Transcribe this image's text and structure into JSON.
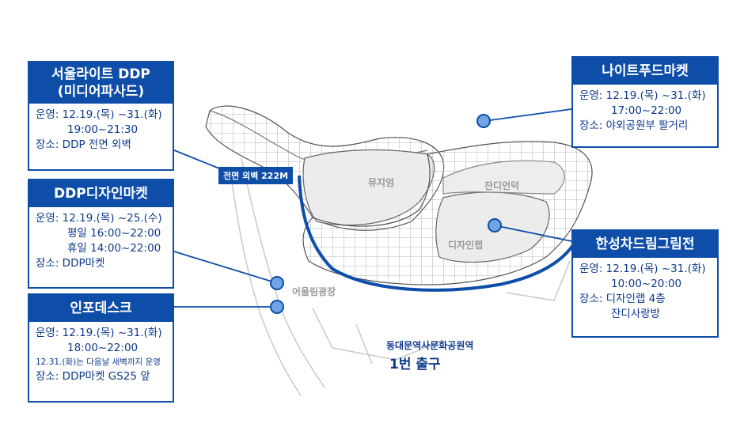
{
  "cards": {
    "seoullight": {
      "title_line1": "서울라이트 DDP",
      "title_line2": "(미디어파사드)",
      "line1": "운영: 12.19.(목) ~31.(화)",
      "line2": "19:00~21:30",
      "line3": "장소: DDP 전면 외벽"
    },
    "ddpmarket": {
      "title": "DDP디자인마켓",
      "line1": "운영: 12.19.(목) ~25.(수)",
      "line2": "평일 16:00~22:00",
      "line3": "휴일 14:00~22:00",
      "line4": "장소: DDP마켓"
    },
    "infodesk": {
      "title": "인포데스크",
      "line1": "운영: 12.19.(목) ~31.(화)",
      "line2": "18:00~22:00",
      "line3": "12.31.(화)는 다음날 새벽까지 운영",
      "line4": "장소: DDP마켓 GS25 앞"
    },
    "nightfood": {
      "title": "나이트푸드마켓",
      "line1": "운영: 12.19.(목) ~31.(화)",
      "line2": "17:00~22:00",
      "line3": "장소: 야외공원부 팔거리"
    },
    "hansung": {
      "title": "한성차드림그림전",
      "line1": "운영: 12.19.(목) ~31.(화)",
      "line2": "10:00~20:00",
      "line3": "장소: 디자인랩 4층",
      "line4": "잔디사랑방"
    }
  },
  "map": {
    "wall_tag": "전면 외벽 222M",
    "museum": "뮤지엄",
    "grass": "잔디언덕",
    "designlab": "디자인랩",
    "plaza": "어울림광장",
    "exit_station": "동대문역사문화공원역",
    "exit_number": "1번 출구"
  },
  "colors": {
    "primary": "#0e4ea8",
    "dot_fill": "#6fa4e6",
    "outline_gray": "#b5b5b5"
  }
}
